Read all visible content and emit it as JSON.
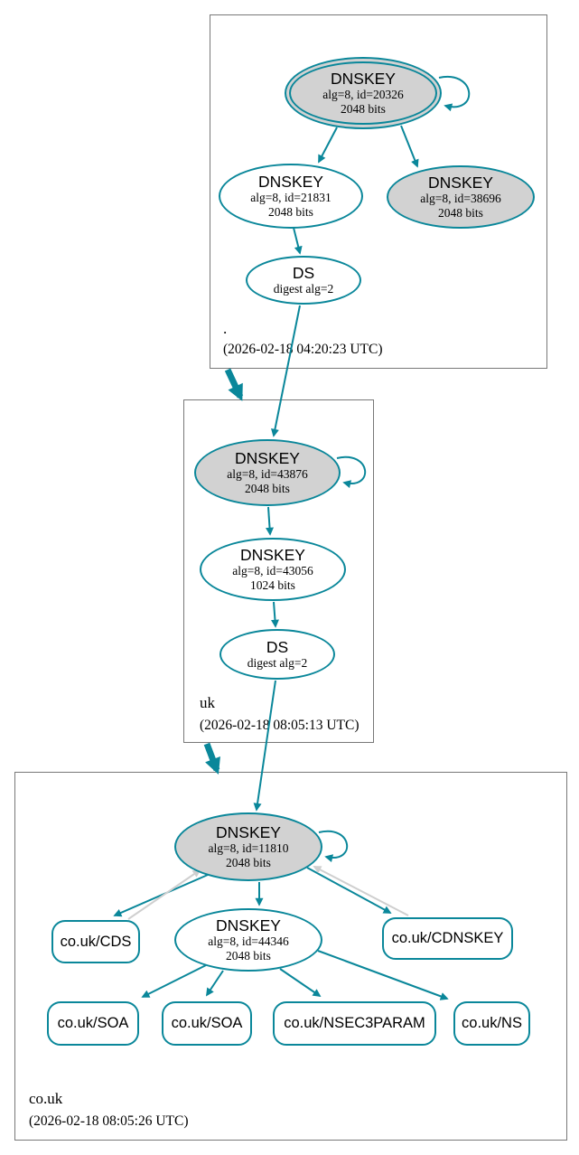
{
  "zones": [
    {
      "name": ".",
      "timestamp": "(2026-02-18 04:20:23 UTC)"
    },
    {
      "name": "uk",
      "timestamp": "(2026-02-18 08:05:13 UTC)"
    },
    {
      "name": "co.uk",
      "timestamp": "(2026-02-18 08:05:26 UTC)"
    }
  ],
  "nodes": {
    "root_ksk": {
      "title": "DNSKEY",
      "detail1": "alg=8, id=20326",
      "detail2": "2048 bits"
    },
    "root_zsk": {
      "title": "DNSKEY",
      "detail1": "alg=8, id=21831",
      "detail2": "2048 bits"
    },
    "root_key_38696": {
      "title": "DNSKEY",
      "detail1": "alg=8, id=38696",
      "detail2": "2048 bits"
    },
    "root_ds": {
      "title": "DS",
      "detail1": "digest alg=2"
    },
    "uk_ksk": {
      "title": "DNSKEY",
      "detail1": "alg=8, id=43876",
      "detail2": "2048 bits"
    },
    "uk_zsk": {
      "title": "DNSKEY",
      "detail1": "alg=8, id=43056",
      "detail2": "1024 bits"
    },
    "uk_ds": {
      "title": "DS",
      "detail1": "digest alg=2"
    },
    "couk_ksk": {
      "title": "DNSKEY",
      "detail1": "alg=8, id=11810",
      "detail2": "2048 bits"
    },
    "couk_zsk": {
      "title": "DNSKEY",
      "detail1": "alg=8, id=44346",
      "detail2": "2048 bits"
    },
    "couk_cds": {
      "label": "co.uk/CDS"
    },
    "couk_cdnskey": {
      "label": "co.uk/CDNSKEY"
    },
    "couk_soa_1": {
      "label": "co.uk/SOA"
    },
    "couk_soa_2": {
      "label": "co.uk/SOA"
    },
    "couk_nsec3param": {
      "label": "co.uk/NSEC3PARAM"
    },
    "couk_ns": {
      "label": "co.uk/NS"
    }
  },
  "colors": {
    "secure_teal": "#0a879a",
    "key_fill_gray": "#d2d2d2",
    "zone_border_gray": "#787878",
    "inactive_edge_gray": "#cfcfcf"
  }
}
